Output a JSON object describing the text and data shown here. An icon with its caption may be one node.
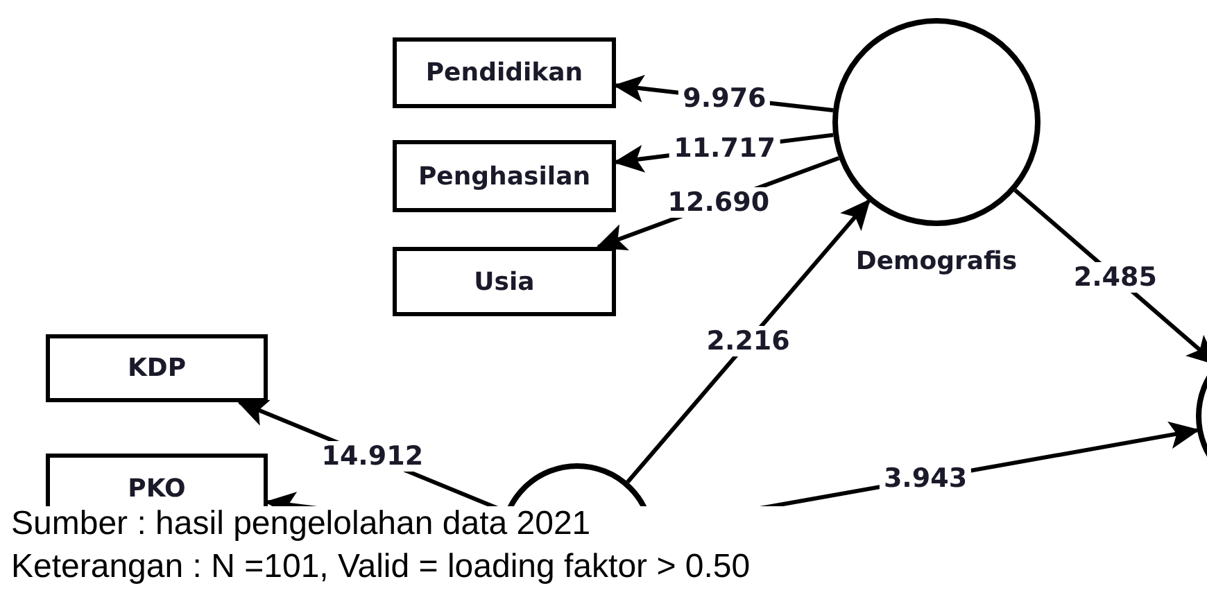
{
  "diagram": {
    "nodes": [
      {
        "text": [
          "Pendidikan"
        ]
      },
      {
        "text": [
          "Demografis"
        ]
      },
      {
        "text": [
          "Penghasilan"
        ]
      },
      {
        "text": [
          "Usia"
        ]
      },
      {
        "text": [
          "KDP"
        ]
      },
      {
        "text": [],
        "shape": "circle"
      },
      {
        "text": [
          "PKO"
        ]
      },
      {
        "text": [],
        "shape": "circle"
      }
    ],
    "edges": [
      {
        "from": 1,
        "to": 0,
        "arrow": "to",
        "label": "9.976"
      },
      {
        "from": 1,
        "to": 2,
        "arrow": "to",
        "label": "11.717"
      },
      {
        "from": 1,
        "to": 3,
        "arrow": "to",
        "label": "12.690"
      },
      {
        "from": 7,
        "to": 1,
        "arrow": "to",
        "label": "2.216"
      },
      {
        "from": 1,
        "to": 5,
        "arrow": "to",
        "label": "2.485"
      },
      {
        "from": 7,
        "to": 5,
        "arrow": "to",
        "label": "3.943"
      },
      {
        "from": 7,
        "to": 4,
        "arrow": "to",
        "label": "14.912"
      },
      {
        "from": 7,
        "to": 6,
        "arrow": "to"
      }
    ],
    "labels": [
      "Sumber : hasil pengelolahan data 2021",
      "Keterangan : N =101, Valid  = loading faktor > 0.50"
    ]
  }
}
